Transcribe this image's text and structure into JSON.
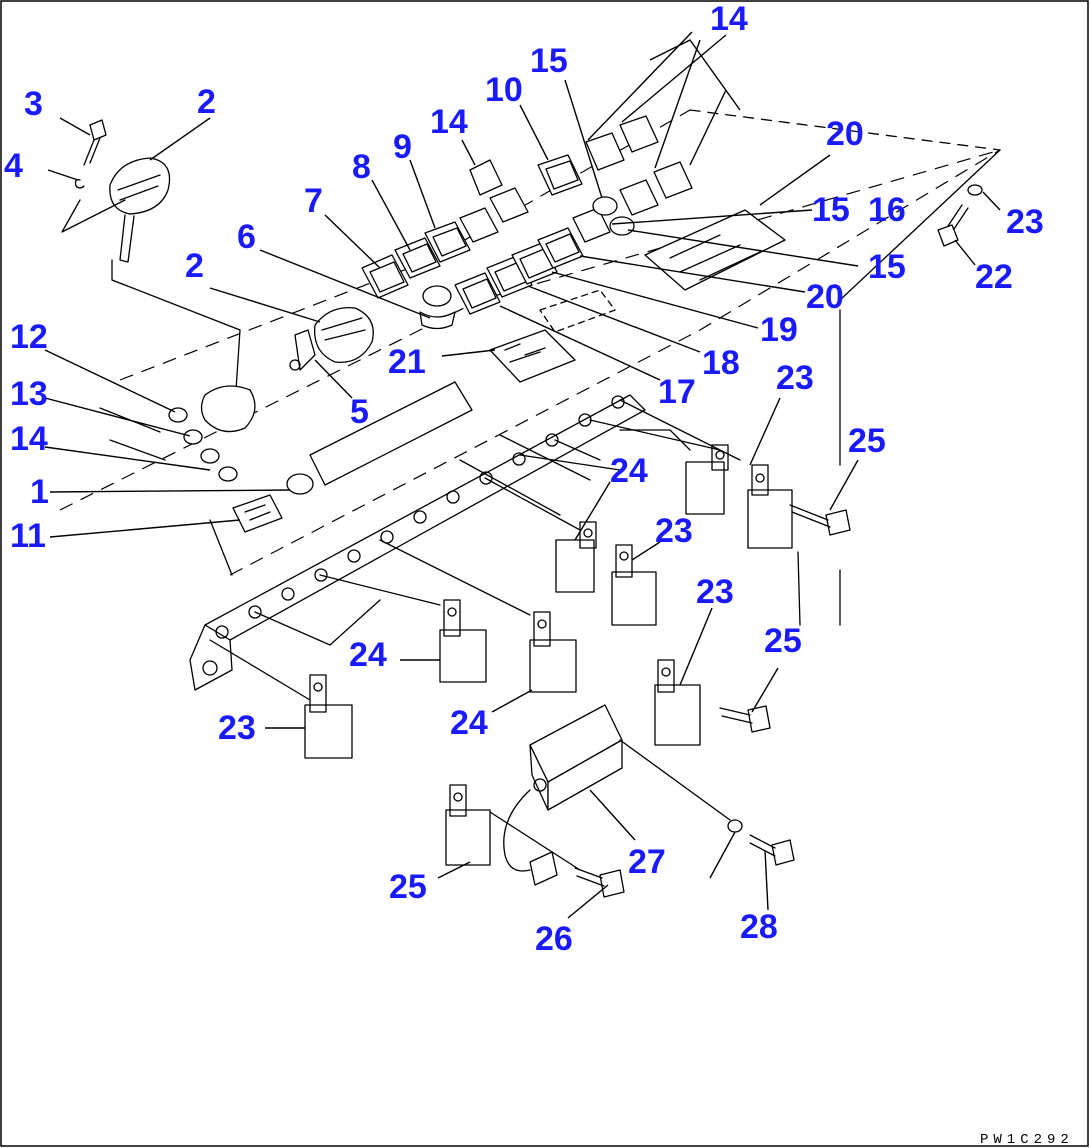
{
  "diagram": {
    "label_color": "#1a1aff",
    "line_color": "#000000",
    "drawing_code": "PW1C292",
    "callouts": [
      "1",
      "2",
      "2",
      "3",
      "4",
      "5",
      "6",
      "7",
      "8",
      "9",
      "10",
      "11",
      "12",
      "13",
      "14",
      "14",
      "14",
      "15",
      "15",
      "15",
      "16",
      "17",
      "18",
      "19",
      "20",
      "20",
      "21",
      "22",
      "23",
      "23",
      "23",
      "23",
      "23",
      "24",
      "24",
      "24",
      "25",
      "25",
      "25",
      "26",
      "27",
      "28"
    ]
  }
}
